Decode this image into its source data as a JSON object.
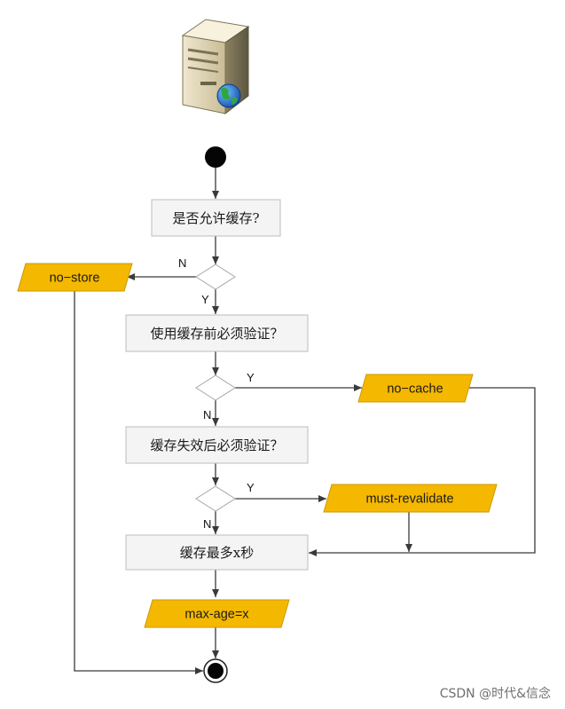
{
  "flow": {
    "q_allow_cache": "是否允许缓存?",
    "q_validate_before": "使用缓存前必须验证？",
    "q_validate_after_expire": "缓存失效后必须验证？",
    "cache_max_x_seconds": "缓存最多x秒",
    "out_no_store": "no−store",
    "out_no_cache": "no−cache",
    "out_must_revalidate": "must-revalidate",
    "out_max_age": "max-age=x"
  },
  "labels": {
    "n1": "N",
    "y1": "Y",
    "y2": "Y",
    "n2": "N",
    "y3": "Y",
    "n3": "N"
  },
  "watermark": "CSDN @时代&信念",
  "icon": "server-globe-icon",
  "colors": {
    "process_fill": "#f4f4f4",
    "process_stroke": "#bdbdbd",
    "output_fill": "#f5b800",
    "output_stroke": "#c99a00",
    "line": "#3a3a3a"
  }
}
